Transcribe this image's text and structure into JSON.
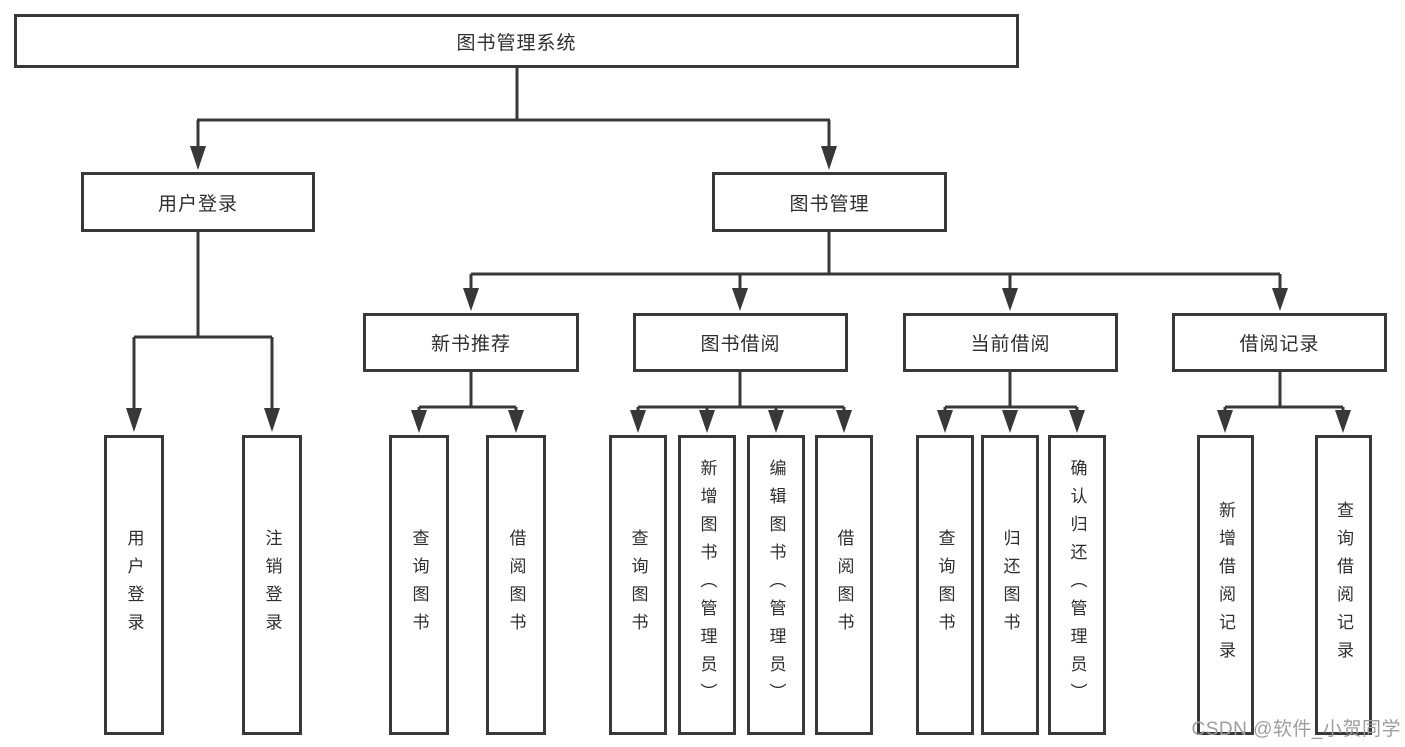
{
  "tree": {
    "root": "图书管理系统",
    "level2": [
      "用户登录",
      "图书管理"
    ],
    "level3": [
      "新书推荐",
      "图书借阅",
      "当前借阅",
      "借阅记录"
    ],
    "leaves": [
      "用户登录",
      "注销登录",
      "查询图书",
      "借阅图书",
      "查询图书",
      "新增图书（管理员）",
      "编辑图书（管理员）",
      "借阅图书",
      "查询图书",
      "归还图书",
      "确认归还（管理员）",
      "新增借阅记录",
      "查询借阅记录"
    ]
  },
  "watermark": "CSDN @软件_小贺同学",
  "colors": {
    "line": "#383838",
    "box_border": "#383838",
    "box_fill": "#ffffff",
    "page_background": "#ffffff",
    "watermark": "#9d9d9d"
  }
}
